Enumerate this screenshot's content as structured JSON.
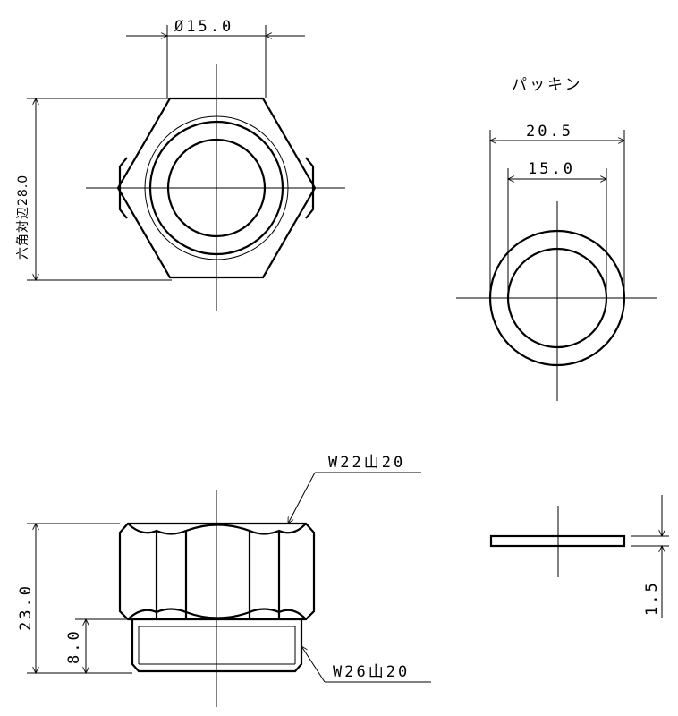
{
  "labels": {
    "top_diameter": "Ø15.0",
    "hex_across_flats": "六角対辺28.0",
    "packing_title": "パッキン",
    "packing_outer_diameter": "20.5",
    "packing_inner_diameter": "15.0",
    "upper_thread": "W22山20",
    "lower_thread": "W26山20",
    "overall_height": "23.0",
    "lower_height": "8.0",
    "packing_thickness": "1.5"
  }
}
